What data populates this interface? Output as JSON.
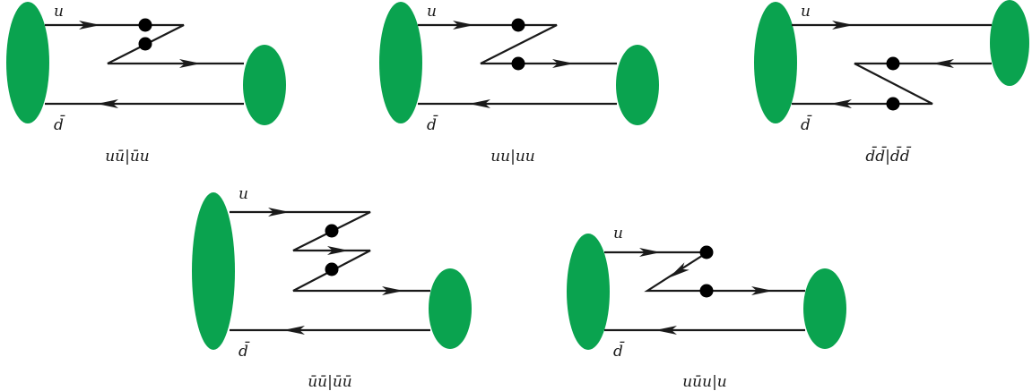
{
  "diagrams": [
    {
      "caption": "uū|ūu",
      "top_quark": "u",
      "bottom_quark": "d̄"
    },
    {
      "caption": "uu|uu",
      "top_quark": "u",
      "bottom_quark": "d̄"
    },
    {
      "caption": "d̄d̄|d̄d̄",
      "top_quark": "u",
      "bottom_quark": "d̄"
    },
    {
      "caption": "ūū|ūū",
      "top_quark": "u",
      "bottom_quark": "d̄"
    },
    {
      "caption": "uūu|u",
      "top_quark": "u",
      "bottom_quark": "d̄"
    }
  ],
  "colors": {
    "blob": "#0aa34f",
    "line": "#1a1a1a"
  }
}
